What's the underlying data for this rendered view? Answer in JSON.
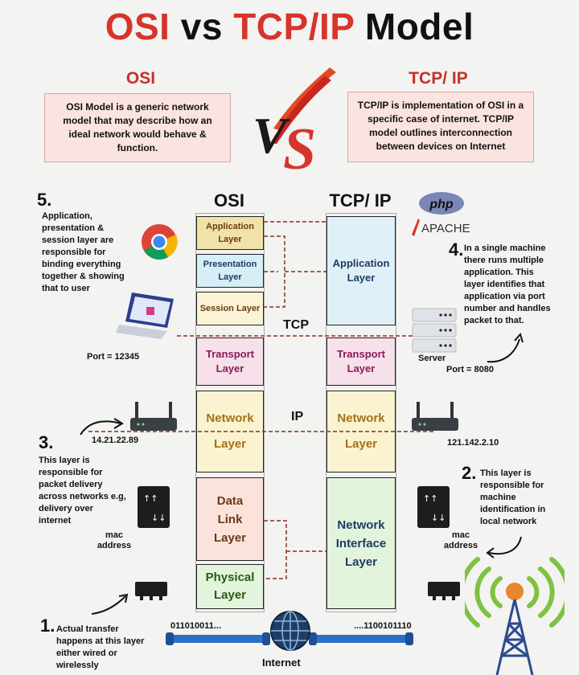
{
  "title": {
    "part1": "OSI",
    "part2": "vs",
    "part3": "TCP/IP",
    "part4": "Model"
  },
  "intro": {
    "osi_heading": "OSI",
    "osi_text": "OSI Model is a generic network model that may describe how an ideal network would behave & function.",
    "tcpip_heading": "TCP/ IP",
    "tcpip_text": "TCP/IP is implementation of OSI in a specific case of internet. TCP/IP model outlines interconnection between devices on Internet"
  },
  "stack_headings": {
    "osi": "OSI",
    "tcpip": "TCP/ IP"
  },
  "osi_layers": [
    {
      "name": "Application Layer",
      "color": "#f1e3a8"
    },
    {
      "name": "Presentation Layer",
      "color": "#d6eef5"
    },
    {
      "name": "Session Layer",
      "color": "#fbf3d6"
    },
    {
      "name": "Transport Layer",
      "color": "#f6e0ea"
    },
    {
      "name": "Network Layer",
      "color": "#fbf3cf"
    },
    {
      "name": "Data Link Layer",
      "color": "#fbe3dc"
    },
    {
      "name": "Physical Layer",
      "color": "#e2f4dc"
    }
  ],
  "tcpip_layers": [
    {
      "name": "Application Layer",
      "color": "#dff0f8"
    },
    {
      "name": "Transport Layer",
      "color": "#f6e0ea"
    },
    {
      "name": "Network Layer",
      "color": "#fbf3cf"
    },
    {
      "name": "Network Interface Layer",
      "color": "#e2f4dc"
    }
  ],
  "labels": {
    "tcp": "TCP",
    "ip": "IP",
    "port_left": "Port = 12345",
    "port_right": "Port = 8080",
    "server": "Server",
    "ip_left": "14.21.22.89",
    "ip_right": "121.142.2.10",
    "mac_left": "mac address",
    "mac_right": "mac address",
    "bits_left": "011010011...",
    "bits_right": "....1100101110",
    "internet": "Internet",
    "php": "php",
    "apache": "APACHE"
  },
  "notes": {
    "n5_num": "5.",
    "n5": "Application, presentation & session layer are responsible for binding everything together & showing that to user",
    "n4_num": "4.",
    "n4": "In a single machine there runs multiple application. This layer identifies that application via port number and handles packet to that.",
    "n3_num": "3.",
    "n3": "This layer is responsible for packet delivery across networks e.g, delivery over internet",
    "n2_num": "2.",
    "n2": "This layer is responsible for machine identification in local network",
    "n1_num": "1.",
    "n1": "Actual transfer happens at this layer either wired or wirelessly"
  },
  "colors": {
    "accent_red": "#d6342c",
    "dashed_line": "#8a2c22",
    "cable_blue": "#2c6fc4"
  }
}
